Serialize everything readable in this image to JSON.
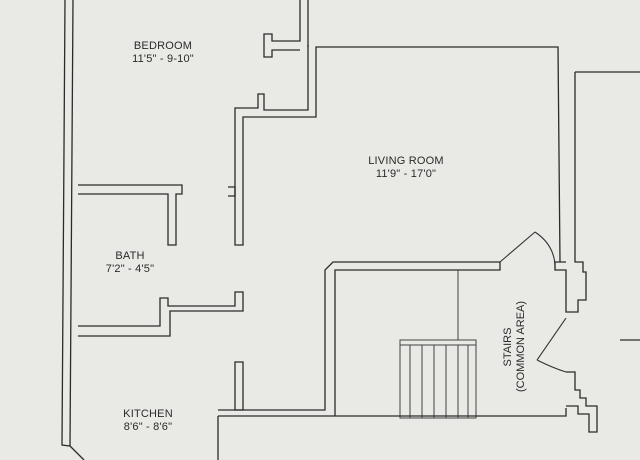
{
  "rooms": {
    "bedroom": {
      "name": "BEDROOM",
      "dims": "11'5\" - 9-10\""
    },
    "living_room": {
      "name": "LIVING ROOM",
      "dims": "11'9\" - 17'0\""
    },
    "bath": {
      "name": "BATH",
      "dims": "7'2\" - 4'5\""
    },
    "kitchen": {
      "name": "KITCHEN",
      "dims": "8'6\" - 8'6\""
    },
    "stairs": {
      "name": "STAIRS",
      "note": "(COMMON AREA)"
    }
  }
}
